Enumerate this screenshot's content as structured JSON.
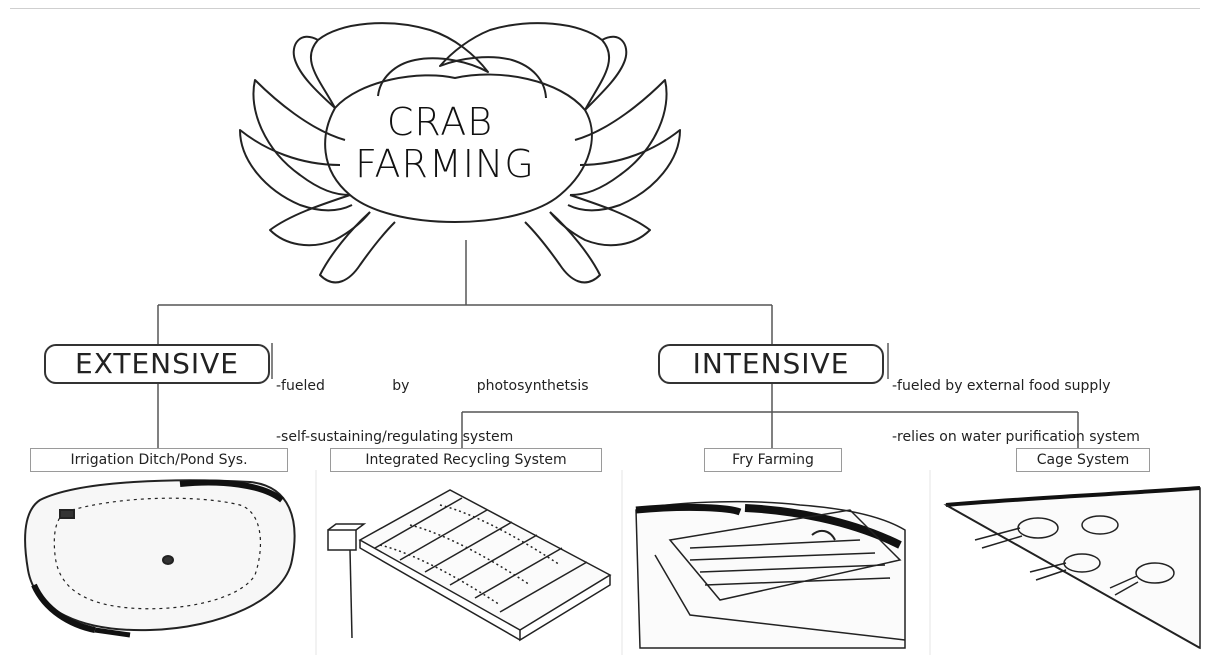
{
  "title": {
    "line1": "CRAB",
    "line2": "FARMING"
  },
  "branches": [
    {
      "label": "EXTENSIVE",
      "notes": [
        "-fueled   by   photosynthetsis",
        "-self-sustaining/regulating system"
      ]
    },
    {
      "label": "INTENSIVE",
      "notes": [
        "-fueled by external food supply",
        "-relies on water purification system"
      ]
    }
  ],
  "systems": [
    {
      "label": "Irrigation Ditch/Pond Sys.",
      "branch": "EXTENSIVE"
    },
    {
      "label": "Integrated Recycling System",
      "branch": "INTENSIVE"
    },
    {
      "label": "Fry Farming",
      "branch": "INTENSIVE"
    },
    {
      "label": "Cage System",
      "branch": "INTENSIVE"
    }
  ]
}
